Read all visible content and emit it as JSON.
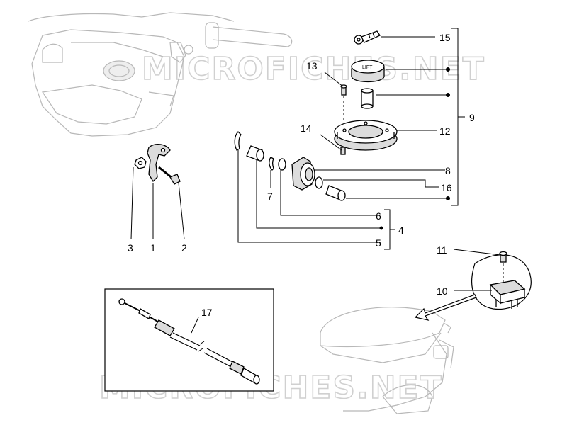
{
  "watermark": "MICROFICHES.NET",
  "callouts": {
    "c1": "1",
    "c2": "2",
    "c3": "3",
    "c4": "4",
    "c5": "5",
    "c6": "6",
    "c7": "7",
    "c8": "8",
    "c9": "9",
    "c10": "10",
    "c11": "11",
    "c12": "12",
    "c13": "13",
    "c14": "14",
    "c15": "15",
    "c16": "16",
    "c17": "17"
  },
  "cap_text": "LIFT"
}
